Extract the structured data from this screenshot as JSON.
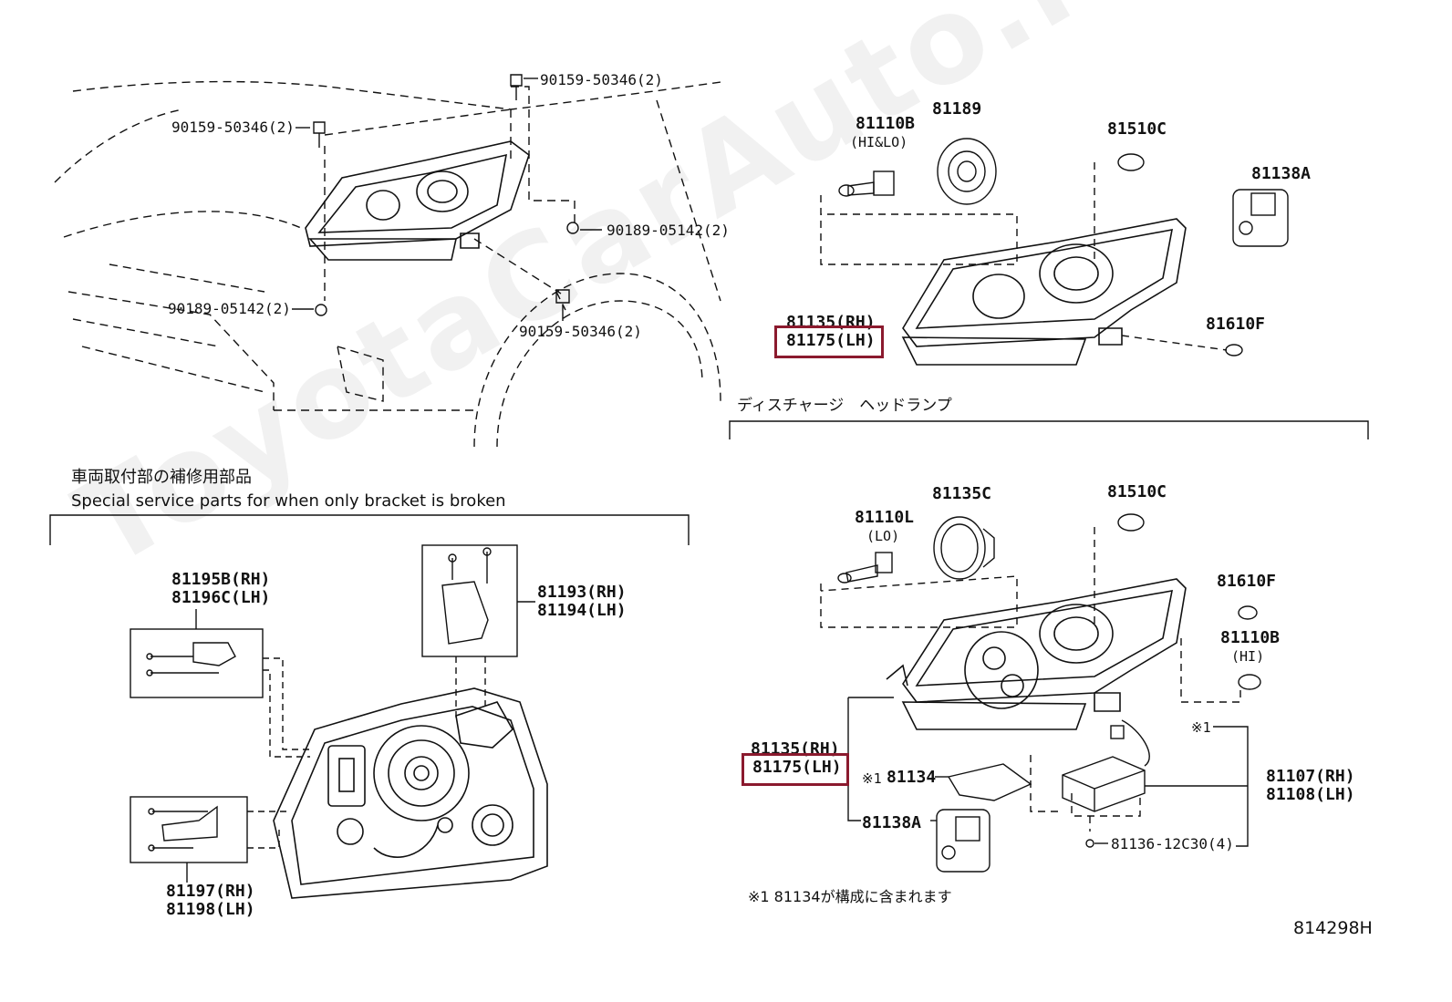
{
  "watermark": "ToyotaCarAuto.ru",
  "diagram_code": "814298H",
  "top_left": {
    "labels": [
      "90159-50346(2)",
      "90159-50346(2)",
      "90189-05142(2)",
      "90189-05142(2)",
      "90159-50346(2)"
    ]
  },
  "top_right": {
    "bulb_hi_lo": "81110B",
    "bulb_hi_lo_note": "(HI&LO)",
    "cap": "81189",
    "side_bulb": "81510C",
    "socket": "81138A",
    "front_bulb": "81610F",
    "assembly_rh": "81135(RH)",
    "assembly_lh": "81175(LH)"
  },
  "discharge_title": "ディスチャージ　ヘッドランプ",
  "special": {
    "title_jp": "車両取付部の補修用部品",
    "title_en": "Special service parts for when only bracket is broken",
    "bracket_a_rh": "81195B(RH)",
    "bracket_a_lh": "81196C(LH)",
    "bracket_b_rh": "81193(RH)",
    "bracket_b_lh": "81194(LH)",
    "bracket_c_rh": "81197(RH)",
    "bracket_c_lh": "81198(LH)"
  },
  "bottom_right": {
    "bulb_lo": "81110L",
    "bulb_lo_note": "(LO)",
    "cap": "81135C",
    "side_bulb": "81510C",
    "front_bulb": "81610F",
    "bulb_hi": "81110B",
    "bulb_hi_note": "(HI)",
    "assembly_rh": "81135(RH)",
    "assembly_lh": "81175(LH)",
    "note_marker": "※1",
    "gasket": "81134",
    "socket": "81138A",
    "ballast_rh": "81107(RH)",
    "ballast_lh": "81108(LH)",
    "ballast_marker": "※1",
    "screw": "81136-12C30(4)",
    "footnote": "※1 81134が構成に含まれます"
  },
  "colors": {
    "highlight": "#8b1a2e",
    "line": "#111111"
  }
}
